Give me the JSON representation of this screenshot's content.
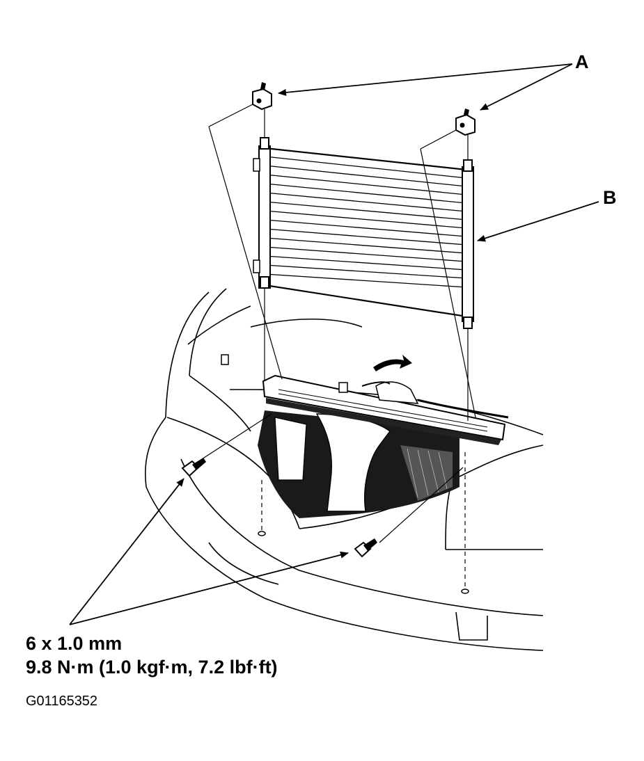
{
  "callouts": {
    "bracket": "A",
    "condenser": "B"
  },
  "fastener_spec": {
    "size": "6 x 1.0 mm",
    "torque": "9.8 N·m (1.0 kgf·m, 7.2 lbf·ft)"
  },
  "figure_id": "G01165352",
  "colors": {
    "ink": "#000000",
    "paper": "#ffffff"
  }
}
